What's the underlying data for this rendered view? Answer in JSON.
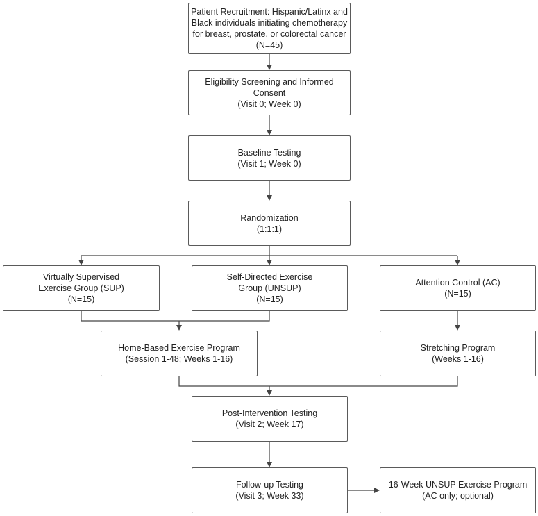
{
  "flowchart": {
    "recruitment": [
      "Patient Recruitment: Hispanic/Latinx and",
      "Black individuals initiating chemotherapy",
      "for breast, prostate, or colorectal cancer",
      "(N=45)"
    ],
    "eligibility": [
      "Eligibility Screening and Informed",
      "Consent",
      "(Visit 0; Week 0)"
    ],
    "baseline": [
      "Baseline Testing",
      "(Visit 1; Week 0)"
    ],
    "randomization": [
      "Randomization",
      "(1:1:1)"
    ],
    "sup_group": [
      "Virtually Supervised",
      "Exercise Group (SUP)",
      "(N=15)"
    ],
    "unsup_group": [
      "Self-Directed Exercise",
      "Group (UNSUP)",
      "(N=15)"
    ],
    "ac_group": [
      "Attention Control (AC)",
      "(N=15)"
    ],
    "home_program": [
      "Home-Based Exercise Program",
      "(Session 1-48; Weeks 1-16)"
    ],
    "stretching": [
      "Stretching Program",
      "(Weeks 1-16)"
    ],
    "post_testing": [
      "Post-Intervention Testing",
      "(Visit 2; Week 17)"
    ],
    "followup": [
      "Follow-up Testing",
      "(Visit 3; Week 33)"
    ],
    "unsup_program": [
      "16-Week UNSUP Exercise Program",
      "(AC only; optional)"
    ]
  }
}
